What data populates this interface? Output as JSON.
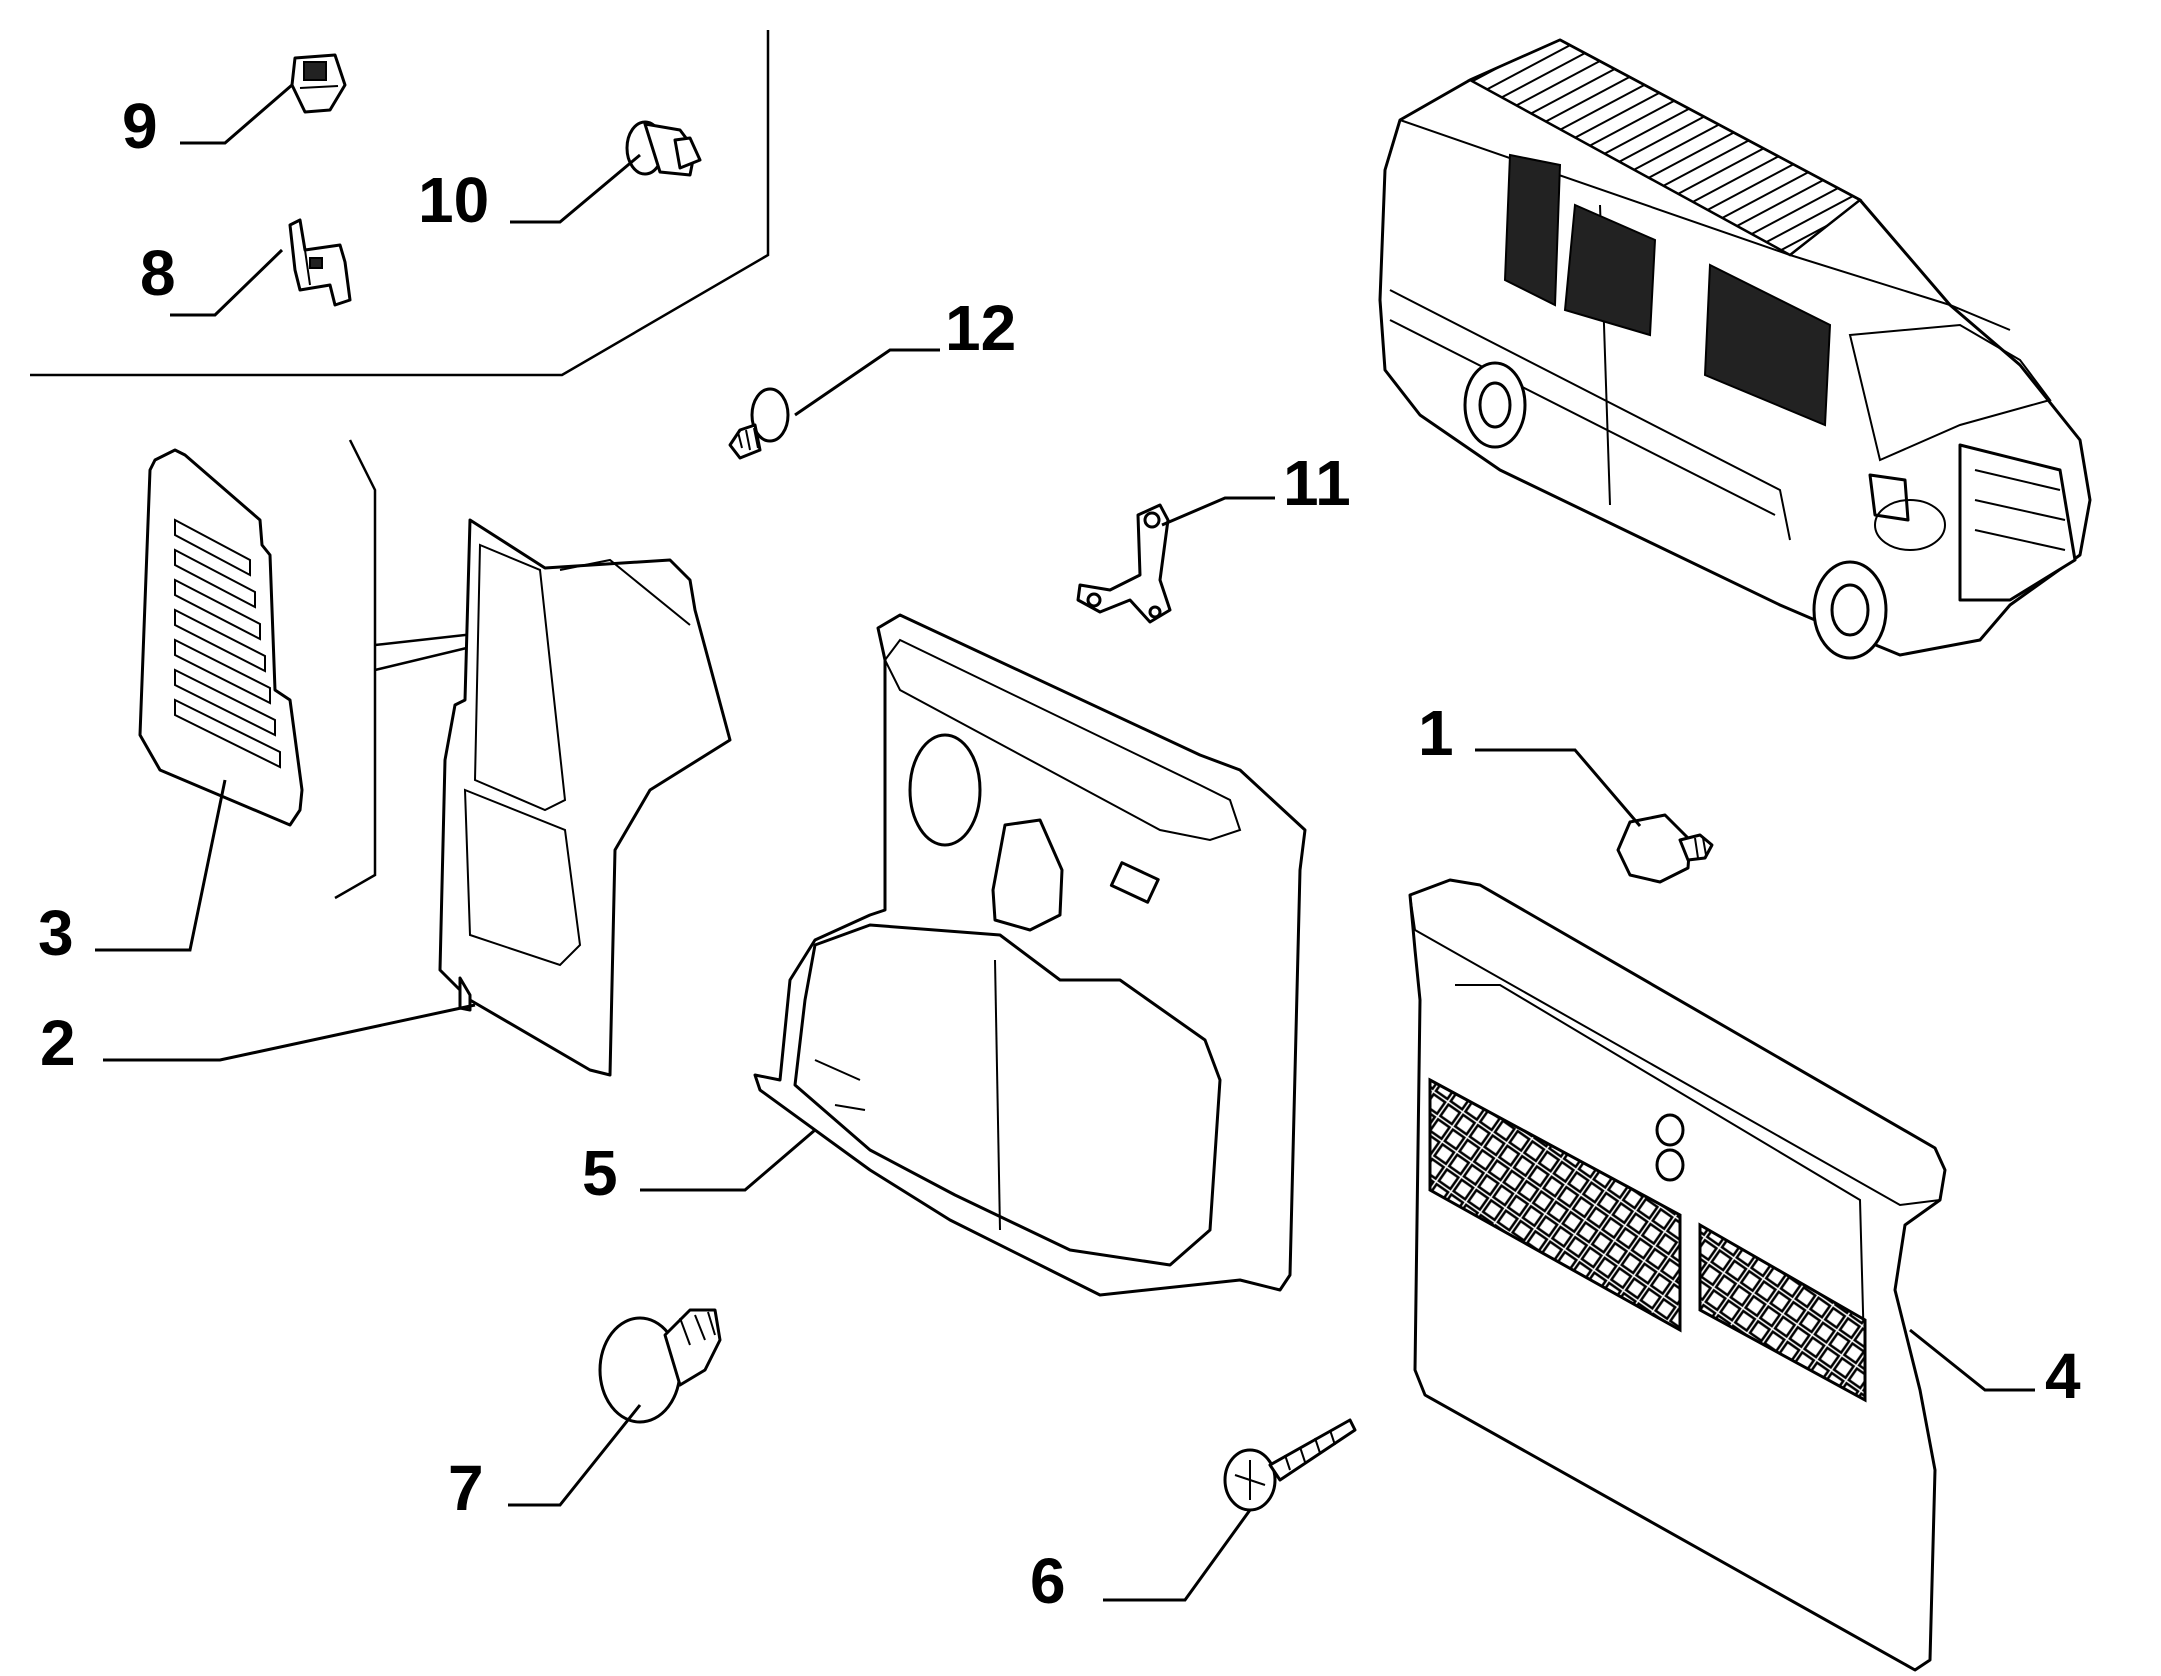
{
  "diagram": {
    "callouts": [
      {
        "id": "1",
        "label": "1"
      },
      {
        "id": "2",
        "label": "2"
      },
      {
        "id": "3",
        "label": "3"
      },
      {
        "id": "4",
        "label": "4"
      },
      {
        "id": "5",
        "label": "5"
      },
      {
        "id": "6",
        "label": "6"
      },
      {
        "id": "7",
        "label": "7"
      },
      {
        "id": "8",
        "label": "8"
      },
      {
        "id": "9",
        "label": "9"
      },
      {
        "id": "10",
        "label": "10"
      },
      {
        "id": "11",
        "label": "11"
      },
      {
        "id": "12",
        "label": "12"
      }
    ],
    "parts": [
      {
        "ref": "1",
        "icon": "push-clip-icon"
      },
      {
        "ref": "2",
        "icon": "pillar-trim-panel-icon"
      },
      {
        "ref": "3",
        "icon": "vent-grille-panel-icon"
      },
      {
        "ref": "4",
        "icon": "side-trim-panel-with-nets-icon"
      },
      {
        "ref": "5",
        "icon": "wheel-arch-trim-panel-icon"
      },
      {
        "ref": "6",
        "icon": "self-tapping-screw-icon"
      },
      {
        "ref": "7",
        "icon": "fir-tree-rivet-icon"
      },
      {
        "ref": "8",
        "icon": "metal-spring-clip-icon"
      },
      {
        "ref": "9",
        "icon": "square-nut-clip-icon"
      },
      {
        "ref": "10",
        "icon": "plastic-plug-icon"
      },
      {
        "ref": "11",
        "icon": "mounting-bracket-icon"
      },
      {
        "ref": "12",
        "icon": "threaded-stud-icon"
      },
      {
        "ref": "",
        "icon": "van-locator-icon"
      }
    ]
  }
}
